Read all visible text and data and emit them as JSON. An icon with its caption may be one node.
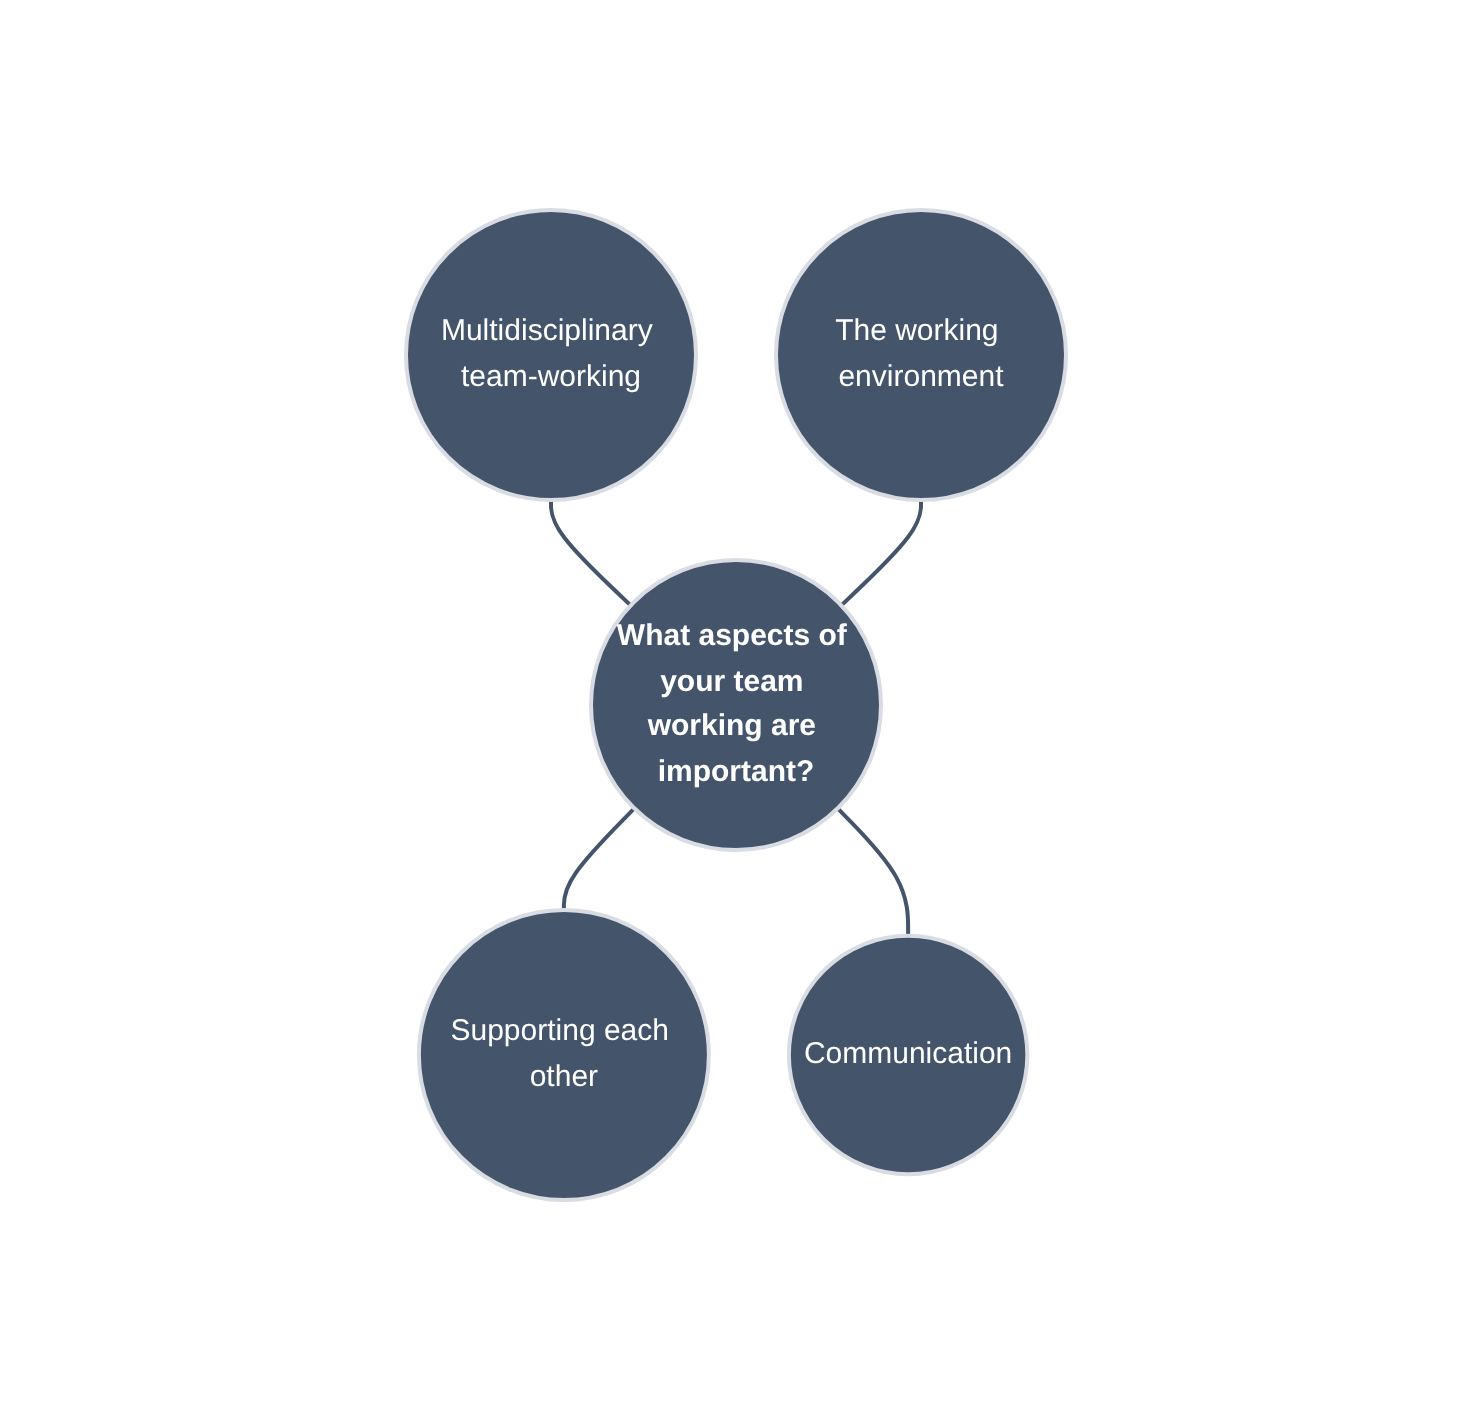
{
  "diagram": {
    "nodes": [
      {
        "text": [
          "Multidisciplinary team-working"
        ]
      },
      {
        "text": [
          "The working environment"
        ]
      },
      {
        "text": [
          "What aspects of your team working are important?"
        ]
      },
      {
        "text": [
          "Supporting each other"
        ]
      },
      {
        "text": [
          "Communication"
        ]
      }
    ],
    "edges": [
      {
        "from": 0,
        "to": 2,
        "arrow": "none"
      },
      {
        "from": 1,
        "to": 2,
        "arrow": "none"
      },
      {
        "from": 2,
        "to": 3,
        "arrow": "none"
      },
      {
        "from": 2,
        "to": 4,
        "arrow": "none"
      }
    ]
  }
}
